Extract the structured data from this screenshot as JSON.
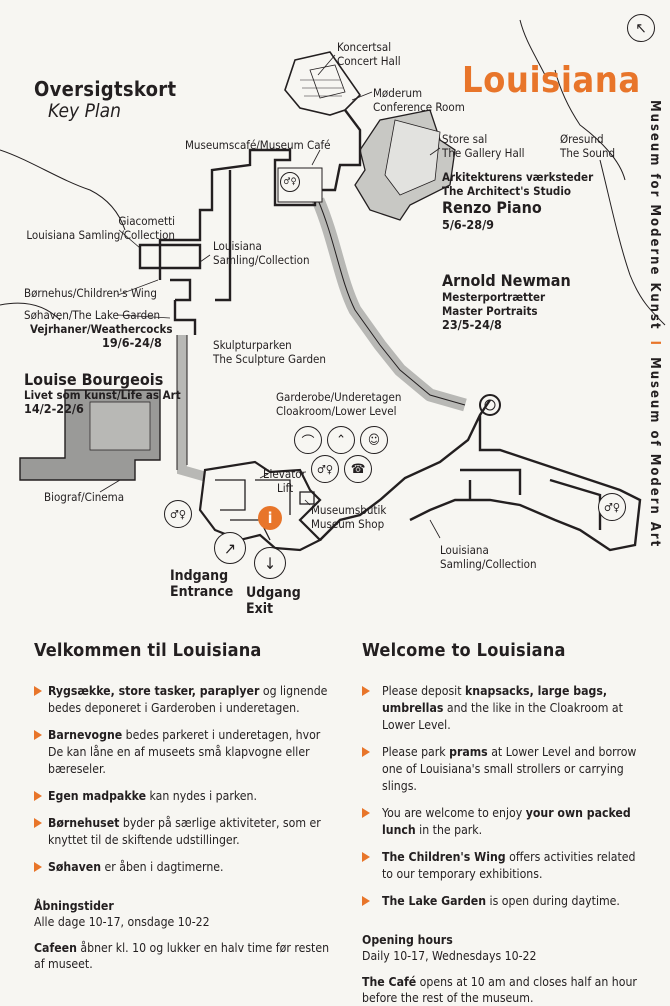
{
  "header": {
    "title_da": "Oversigtskort",
    "title_en": "Key Plan",
    "brand": "Louisiana",
    "vertical_tagline": "Museum for Moderne Kunst",
    "vertical_separator": "I",
    "vertical_tagline_en": "Museum of Modern Art",
    "brand_color": "#e8752a"
  },
  "map_labels": {
    "concert": [
      "Koncertsal",
      "Concert Hall"
    ],
    "conference": [
      "Møderum",
      "Conference Room"
    ],
    "cafe": [
      "Museumscafé/Museum Café"
    ],
    "gallery_hall": [
      "Store sal",
      "The Gallery Hall"
    ],
    "sound": [
      "Øresund",
      "The Sound"
    ],
    "architect": [
      "Arkitekturens værksteder",
      "The Architect's Studio"
    ],
    "piano_name": "Renzo Piano",
    "piano_dates": "5/6-28/9",
    "giacometti": [
      "Giacometti",
      "Louisiana Samling/Collection"
    ],
    "collection1": [
      "Louisiana",
      "Samling/Collection"
    ],
    "newman_name": "Arnold Newman",
    "newman_sub": [
      "Mesterportrætter",
      "Master Portraits"
    ],
    "newman_dates": "23/5-24/8",
    "childrens_wing": "Børnehus/Children's Wing",
    "lake_garden": "Søhaven/The Lake Garden",
    "weathercocks": "Vejrhaner/Weathercocks",
    "weathercocks_dates": "19/6-24/8",
    "sculpture": [
      "Skulpturparken",
      "The Sculpture Garden"
    ],
    "bourgeois_name": "Louise Bourgeois",
    "bourgeois_sub": "Livet som kunst/Life as Art",
    "bourgeois_dates": "14/2-22/6",
    "cloakroom": [
      "Garderobe/Underetagen",
      "Cloakroom/Lower Level"
    ],
    "elevator": [
      "Elevator",
      "Lift"
    ],
    "cinema": "Biograf/Cinema",
    "shop": [
      "Museumsbutik",
      "Museum Shop"
    ],
    "collection2": [
      "Louisiana",
      "Samling/Collection"
    ],
    "entrance": [
      "Indgang",
      "Entrance"
    ],
    "exit": [
      "Udgang",
      "Exit"
    ],
    "info_icon_text": "i"
  },
  "danish": {
    "heading": "Velkommen til Louisiana",
    "items": [
      {
        "bold": "Rygsække, store tasker, paraplyer",
        "text": " og lignende bedes deponeret i Garderoben i underetagen."
      },
      {
        "bold": "Barnevogne",
        "text": " bedes parkeret i underetagen, hvor De kan låne en af museets små klapvogne eller bæreseler."
      },
      {
        "bold": "Egen madpakke",
        "text": " kan nydes i parken."
      },
      {
        "bold": "Børnehuset",
        "text": " byder på særlige aktiviteter, som er knyttet til de skiftende udstillinger."
      },
      {
        "bold": "Søhaven",
        "text": " er åben i dagtimerne."
      }
    ],
    "hours_heading": "Åbningstider",
    "hours_text": "Alle dage 10-17, onsdage 10-22",
    "cafe_bold": "Cafeen",
    "cafe_text": " åbner kl. 10 og lukker en halv time før resten af museet."
  },
  "english": {
    "heading": "Welcome to Louisiana",
    "items": [
      {
        "pre": "Please deposit ",
        "bold": "knapsacks, large bags, umbrellas",
        "text": " and the like in the Cloakroom at Lower Level."
      },
      {
        "pre": "Please park ",
        "bold": "prams",
        "text": " at Lower Level and borrow one of Louisiana's small strollers or carrying slings."
      },
      {
        "pre": "You are welcome to enjoy ",
        "bold": "your own packed lunch",
        "text": " in the park."
      },
      {
        "pre": "",
        "bold": "The Children's Wing",
        "text": " offers activities related to our temporary exhibitions."
      },
      {
        "pre": "",
        "bold": "The Lake Garden",
        "text": " is open during daytime."
      }
    ],
    "hours_heading": "Opening hours",
    "hours_text": "Daily 10-17, Wednesdays 10-22",
    "cafe_bold": "The Café",
    "cafe_text": " opens at 10 am and closes half an hour before the rest of the museum."
  }
}
